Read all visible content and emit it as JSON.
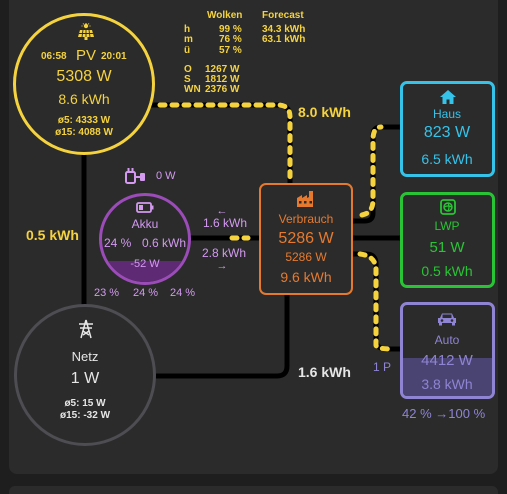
{
  "colors": {
    "pv": "#f5d33f",
    "battery": "#9b4cb8",
    "battery_text": "#d39af0",
    "grid": "#4d4d52",
    "grid_text": "#e6e6e6",
    "consumption": "#e57a2f",
    "house": "#35c3ea",
    "heatpump": "#29c435",
    "car": "#8f84d4",
    "line": "#000000",
    "flow_dash": "#f5d33f"
  },
  "weather": {
    "header_clouds": "Wolken",
    "header_forecast": "Forecast",
    "rows": [
      {
        "label": "h",
        "clouds": "99 %",
        "forecast": "34.3 kWh"
      },
      {
        "label": "m",
        "clouds": "76 %",
        "forecast": "63.1 kWh"
      },
      {
        "label": "ü",
        "clouds": "57 %",
        "forecast": ""
      }
    ],
    "orientations": [
      {
        "label": "O",
        "value": "1267 W"
      },
      {
        "label": "S",
        "value": "1812 W"
      },
      {
        "label": "WN",
        "value": "2376 W"
      }
    ]
  },
  "pv": {
    "icon": "solar-panel-icon",
    "sunrise": "06:58",
    "label": "PV",
    "sunset": "20:01",
    "power": "5308 W",
    "energy": "8.6 kWh",
    "avg5": "ø5: 4333 W",
    "avg15": "ø15: 4088 W"
  },
  "battery": {
    "plug_icon": "plug-icon",
    "plug_power": "0 W",
    "icon": "battery-icon",
    "label": "Akku",
    "soc": "24 %",
    "energy": "0.6 kWh",
    "power": "-52 W",
    "fill_fraction": 0.24,
    "cells": [
      "23 %",
      "24 %",
      "24 %"
    ]
  },
  "grid": {
    "icon": "power-pylon-icon",
    "label": "Netz",
    "power": "1 W",
    "avg5": "ø5: 15 W",
    "avg15": "ø15: -32 W"
  },
  "consumption": {
    "icon": "factory-icon",
    "label": "Verbrauch",
    "power": "5286 W",
    "power2": "5286 W",
    "energy": "9.6 kWh"
  },
  "house": {
    "icon": "home-icon",
    "label": "Haus",
    "power": "823 W",
    "energy": "6.5 kWh"
  },
  "heatpump": {
    "icon": "heat-pump-icon",
    "label": "LWP",
    "power": "51 W",
    "energy": "0.5 kWh"
  },
  "car": {
    "icon": "car-icon",
    "label": "Auto",
    "power": "4412 W",
    "energy": "3.8 kWh",
    "phases": "1 P",
    "soc_from": "42 %",
    "soc_arrow": "→",
    "soc_to": "100 %"
  },
  "flows": {
    "pv_to_consumption": "8.0 kWh",
    "grid_to_pv": "0.5 kWh",
    "battery_charge_arrow": "←",
    "battery_charge": "1.6 kWh",
    "battery_discharge": "2.8 kWh",
    "battery_discharge_arrow": "→",
    "grid_to_consumption": "1.6 kWh"
  }
}
